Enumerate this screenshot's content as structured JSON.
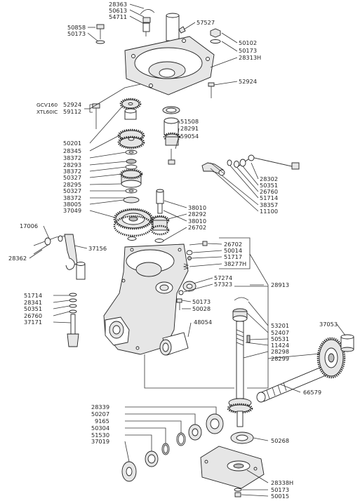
{
  "part_numbers": {
    "p28363": "28363",
    "p50613": "50613",
    "p54711": "54711",
    "p50858": "50858",
    "p50173_a": "50173",
    "p57527": "57527",
    "p50102": "50102",
    "p50173_b": "50173",
    "p28313h": "28313H",
    "p52924_a": "52924",
    "gcv160": "GCV160",
    "xtl60ic": "XTL60IC",
    "p52924_b": "52924",
    "p59112": "59112",
    "p51508": "51508",
    "p28291": "28291",
    "p59054": "59054",
    "p50201": "50201",
    "p28345": "28345",
    "p38372_a": "38372",
    "p28293": "28293",
    "p38372_b": "38372",
    "p50327_a": "50327",
    "p28295": "28295",
    "p50327_b": "50327",
    "p38372_c": "38372",
    "p38005": "38005",
    "p37049": "37049",
    "p28302": "28302",
    "p50351_a": "50351",
    "p26760_a": "26760",
    "p51714_a": "51714",
    "p38357": "38357",
    "p11100": "11100",
    "p38010_a": "38010",
    "p28292": "28292",
    "p38010_b": "38010",
    "p26702_a": "26702",
    "p17006": "17006",
    "p37156": "37156",
    "p28362": "28362",
    "p26702_b": "26702",
    "p50014": "50014",
    "p51717": "51717",
    "p38277h": "38277H",
    "p28913": "28913",
    "p57274": "57274",
    "p57323": "57323",
    "p50173_c": "50173",
    "p50028": "50028",
    "p51714_b": "51714",
    "p28341": "28341",
    "p50351_b": "50351",
    "p26760_b": "26760",
    "p37171": "37171",
    "p48054": "48054",
    "p53201": "53201",
    "p52407": "52407",
    "p50531": "50531",
    "p11424": "11424",
    "p28298": "28298",
    "p28299": "28299",
    "p37053": "37053",
    "p66579": "66579",
    "p28339": "28339",
    "p50207": "50207",
    "p9165": "9165",
    "p50304": "50304",
    "p51530": "51530",
    "p37019": "37019",
    "p50268": "50268",
    "p28338h": "28338H",
    "p50173_d": "50173",
    "p50015": "50015"
  }
}
